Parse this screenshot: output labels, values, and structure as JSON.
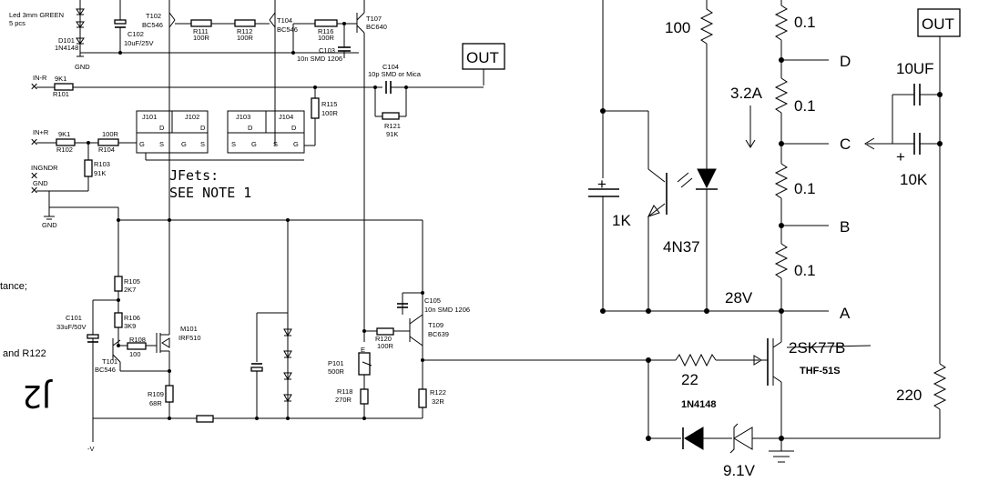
{
  "left": {
    "led_note_1": "Led 3mm GREEN",
    "led_note_2": "5 pcs",
    "d101": "D101",
    "d101_val": "1N4148",
    "gnd_top": "GND",
    "c102": "C102",
    "c102_val": "10uF/25V",
    "t102": "T102",
    "t102_val": "BC546",
    "r111": "R111",
    "r111_val": "100R",
    "r112": "R112",
    "r112_val": "100R",
    "t104": "T104",
    "t104_val": "BC546",
    "r116": "R116",
    "r116_val": "100R",
    "c103": "C103",
    "c103_val": "10n SMD 1206",
    "t107": "T107",
    "t107_val": "BC640",
    "out_label": "OUT",
    "c104": "C104",
    "c104_val": "10p SMD or Mica",
    "in_r_neg": "IN-R",
    "r101_a": "9K1",
    "r101": "R101",
    "r115": "R115",
    "r115_val": "100R",
    "r121": "R121",
    "r121_val": "91K",
    "j101": "J101",
    "j102": "J102",
    "j103": "J103",
    "j104": "J104",
    "pin_d": "D",
    "pin_s": "S",
    "pin_g": "G",
    "in_r_pos": "IN+R",
    "r102_a": "9K1",
    "r102": "R102",
    "r104_a": "100R",
    "r104": "R104",
    "r103": "R103",
    "r103_val": "91K",
    "ingndr": "INGNDR",
    "gnd_a": "GND",
    "gnd_b": "GND",
    "jfets_1": "JFets:",
    "jfets_2": "SEE NOTE 1",
    "frag_stance": "tance;",
    "frag_r122": "and R122",
    "j2_label": "J2",
    "r105": "R105",
    "r105_val": "2K7",
    "c101": "C101",
    "c101_val": "33uF/50V",
    "r106": "R106",
    "r106_val": "3K9",
    "r108": "R108",
    "r108_val": "100",
    "m101": "M101",
    "m101_val": "IRF510",
    "t101": "T101",
    "t101_val": "BC546",
    "r109": "R109",
    "r109_val": "68R",
    "minus_v": "-V",
    "c105": "C105",
    "c105_val": "10n SMD 1206",
    "r120": "R120",
    "r120_val": "100R",
    "t109": "T109",
    "t109_val": "BC639",
    "p101": "P101",
    "p101_val": "500R",
    "r118": "R118",
    "r118_val": "270R",
    "r122": "R122",
    "r122_val": "32R",
    "pot_e": "E"
  },
  "right": {
    "r100": "100",
    "r01_a": "0.1",
    "r01_b": "0.1",
    "r01_c": "0.1",
    "r01_d": "0.1",
    "node_d": "D",
    "node_c": "C",
    "node_b": "B",
    "node_a": "A",
    "current": "3.2A",
    "out_label": "OUT",
    "cap_10uf": "10UF",
    "res_10k": "10K",
    "plus": "+",
    "cap_plus": "+",
    "res_1k": "1K",
    "opto": "4N37",
    "volt_28": "28V",
    "fet_old": "2SK77B",
    "fet_new": "THF-51S",
    "res_22": "22",
    "diode": "1N4148",
    "zener": "9.1V",
    "res_220": "220"
  }
}
